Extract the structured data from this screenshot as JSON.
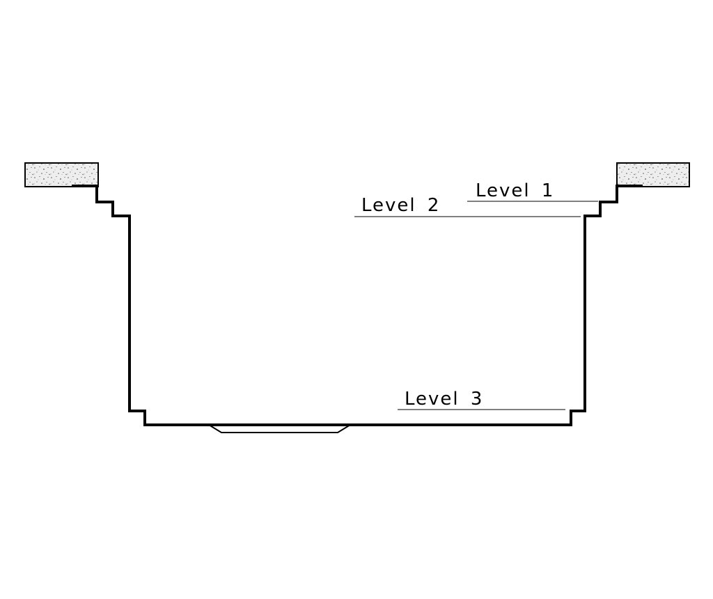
{
  "labels": {
    "level_1": "Level 1",
    "level_2": "Level 2",
    "level_3": "Level 3"
  },
  "colors": {
    "outline": "#000000",
    "concrete_fill": "#eeeeee",
    "speckle": "#555555"
  }
}
